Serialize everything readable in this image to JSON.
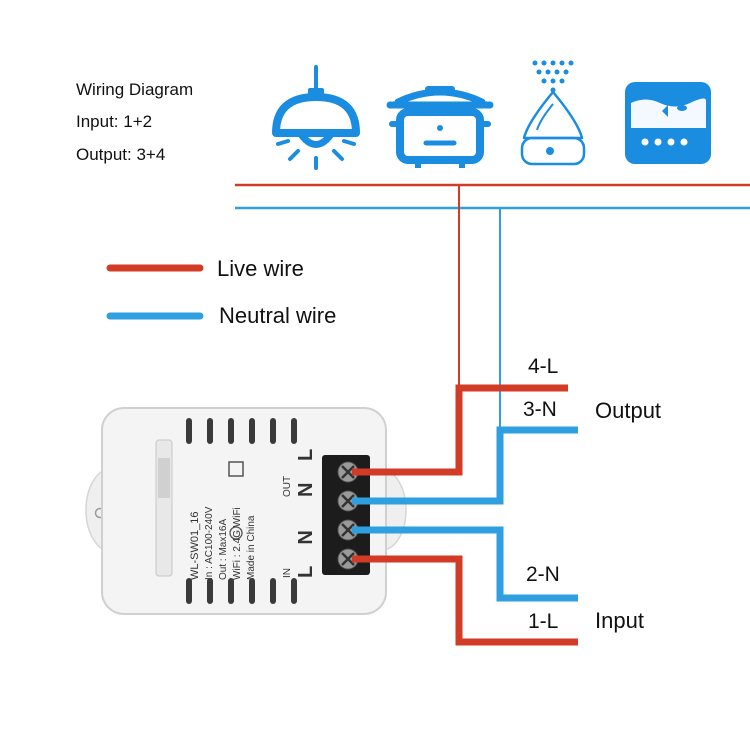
{
  "info": {
    "title": "Wiring Diagram",
    "input": "Input: 1+2",
    "output": "Output: 3+4"
  },
  "legend": {
    "live": "Live wire",
    "neutral": "Neutral wire"
  },
  "terminals": {
    "t4": "4-L",
    "t3": "3-N",
    "t2": "2-N",
    "t1": "1-L",
    "output_label": "Output",
    "input_label": "Input"
  },
  "device": {
    "model": "WL-SW01_16",
    "in_rating": "In : AC100-240V",
    "out_rating": "Out : Max16A",
    "wifi": "WiFi : 2.4G WiFi",
    "made_in": "Made in China",
    "in_side": "IN",
    "out_side": "OUT",
    "in_terms": "L N",
    "out_terms": "N L"
  },
  "icons": [
    "pendant-lamp-icon",
    "rice-cooker-icon",
    "humidifier-icon",
    "aquarium-icon"
  ],
  "colors": {
    "live": "#d23b26",
    "neutral": "#2f9fe0",
    "icon": "#1a8de0",
    "device_body": "#f4f4f4"
  }
}
